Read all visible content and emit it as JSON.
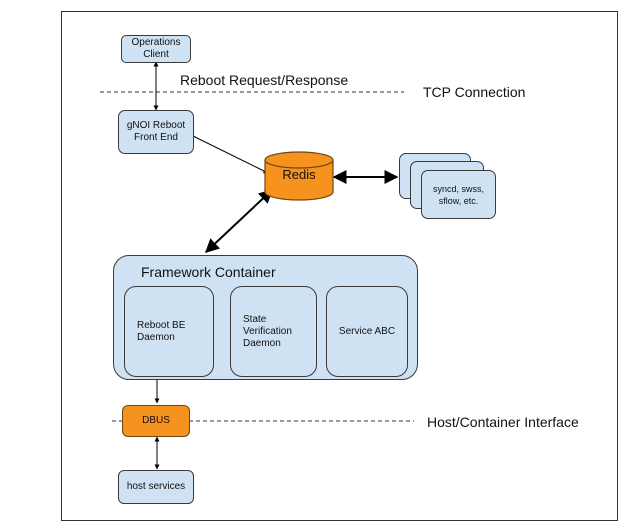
{
  "nodes": {
    "operations_client": "Operations\nClient",
    "gnoi_front_end": "gNOI Reboot\nFront End",
    "redis": "Redis",
    "stack_box": "syncd, swss,\nsflow, etc.",
    "framework_container": "Framework Container",
    "reboot_be_daemon": "Reboot BE\nDaemon",
    "state_verification_daemon": "State\nVerification\nDaemon",
    "service_abc": "Service ABC",
    "dbus": "DBUS",
    "host_services": "host services"
  },
  "labels": {
    "reboot_request_response": "Reboot Request/Response",
    "tcp_connection": "TCP Connection",
    "host_container_interface": "Host/Container Interface"
  },
  "colors": {
    "box_fill": "#cfe2f3",
    "accent_orange": "#f6921e",
    "stroke": "#000000"
  }
}
